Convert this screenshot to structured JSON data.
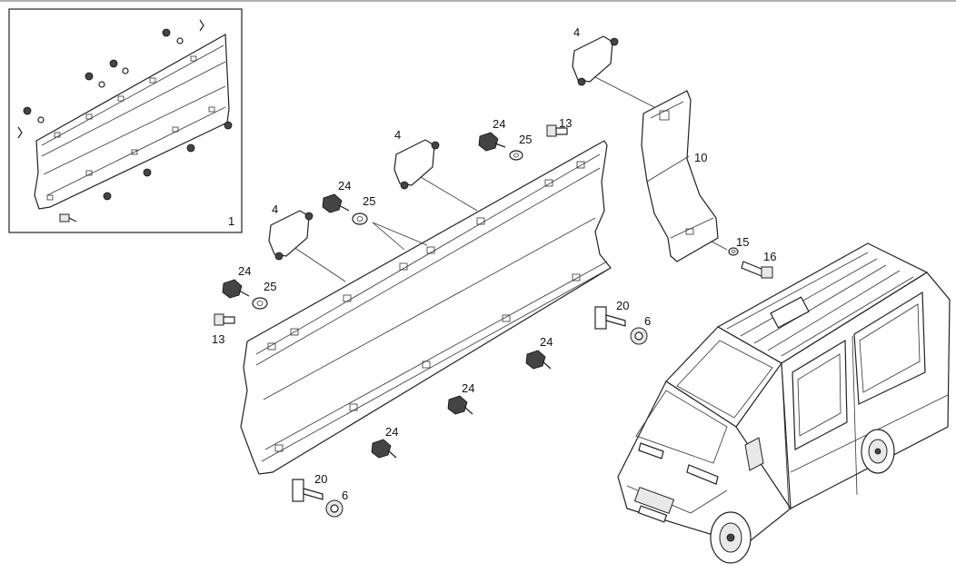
{
  "diagram": {
    "callouts": {
      "c1": "1",
      "c4a": "4",
      "c4b": "4",
      "c4c": "4",
      "c10": "10",
      "c13a": "13",
      "c13b": "13",
      "c15": "15",
      "c16": "16",
      "c20a": "20",
      "c20b": "20",
      "c6a": "6",
      "c6b": "6",
      "c24a": "24",
      "c24b": "24",
      "c24c": "24",
      "c24d": "24",
      "c24e": "24",
      "c24f": "24",
      "c25a": "25",
      "c25b": "25",
      "c25c": "25"
    }
  }
}
